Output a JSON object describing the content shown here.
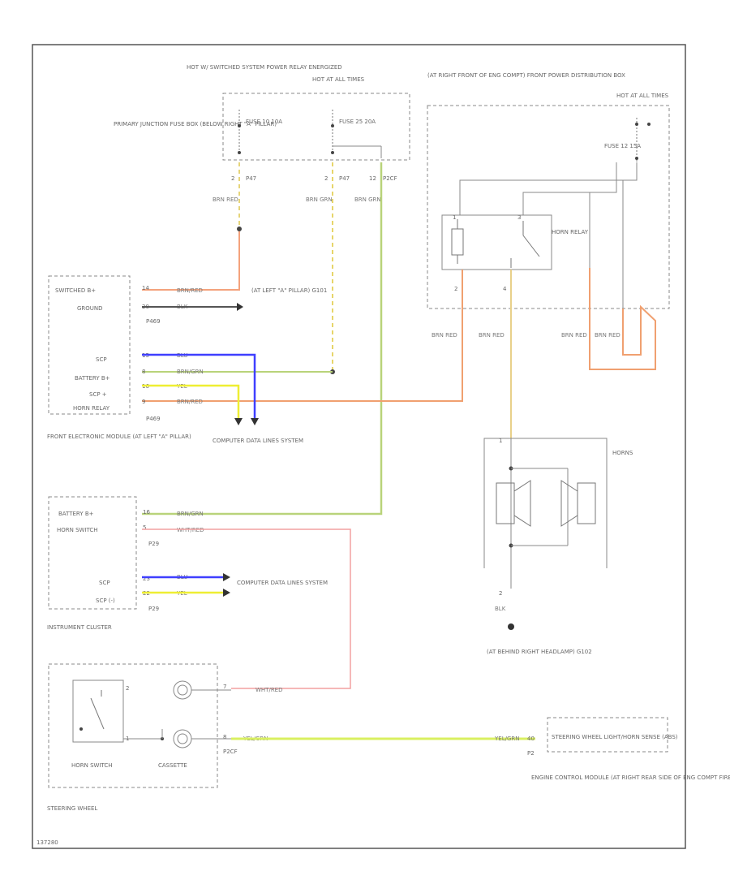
{
  "colors": {
    "brn_red": "#f4a27c",
    "brn_grn": "#b9d37a",
    "brn_yel": "#e7d56a",
    "blu": "#3f3fff",
    "blk": "#555555",
    "yel": "#eeee33",
    "wht_red": "#f2a0a0",
    "yel_grn": "#d9f060",
    "brn_red_relay": "#f0a070"
  },
  "labels": {
    "hot_switched": "HOT W/ SWITCHED SYSTEM POWER RELAY ENERGIZED",
    "hot_all_times_1": "HOT AT ALL TIMES",
    "primary_junction": "PRIMARY JUNCTION FUSE BOX (BELOW RIGHT \"A\" PILLAR)",
    "fuse_left": "FUSE 10 10A",
    "fuse_mid": "FUSE 25 20A",
    "pin_2_left": "2",
    "pin_2_mid": "2",
    "pin_12": "12",
    "conn_p47_left": "P47",
    "conn_p47_mid": "P47",
    "conn_p2cf": "P2CF",
    "wire_brn_red_1": "BRN RED",
    "wire_brn_grn_1": "BRN GRN",
    "wire_brn_grn_2": "BRN GRN",
    "front_power_dist": "(AT RIGHT FRONT OF ENG COMPT) FRONT POWER DISTRIBUTION BOX",
    "hot_all_times_2": "HOT AT ALL TIMES",
    "fuse_right": "FUSE 12 15A",
    "horn_relay": "HORN RELAY",
    "relay_pin_1": "1",
    "relay_pin_2": "2",
    "relay_pin_3": "3",
    "relay_pin_4": "4",
    "wire_brn_red_relay1": "BRN RED",
    "wire_brn_red_relay2": "BRN RED",
    "wire_brn_red_relay3": "BRN RED",
    "wire_brn_red_relay4": "BRN RED",
    "switched_b": "SWITCHED B+",
    "ground": "GROUND",
    "pin_14": "14",
    "pin_20": "20",
    "wire_brn_red_fem": "BRN/RED",
    "wire_blk_fem": "BLK",
    "a_pillar_ground": "(AT LEFT \"A\" PILLAR) G101",
    "conn_p469_1": "P469",
    "ccd": "SCP",
    "battery_b": "BATTERY B+",
    "ccd2": "SCP +",
    "horn_relay_ctl": "HORN RELAY",
    "pin_15": "15",
    "pin_8": "8",
    "pin_16": "16",
    "pin_9": "9",
    "wire_blu": "BLU",
    "wire_brn_grn_fem": "BRN/GRN",
    "wire_yel": "YEL",
    "wire_brn_red_fem2": "BRN/RED",
    "conn_p469_2": "P469",
    "front_electronic": "FRONT ELECTRONIC MODULE (AT LEFT \"A\" PILLAR)",
    "computer_data_1": "COMPUTER DATA LINES SYSTEM",
    "horns_title": "HORNS",
    "battery_b_ic": "BATTERY B+",
    "horn_switch_ic": "HORN SWITCH",
    "pin_16_ic": "16",
    "pin_5_ic": "5",
    "wire_brn_grn_ic": "BRN/GRN",
    "wire_wht_red_ic": "WHT/RED",
    "conn_p29_1": "P29",
    "scp_ic": "SCP",
    "scp_ic2": "SCP (-)",
    "pin_23_ic": "23",
    "pin_22_ic": "22",
    "wire_blu_ic": "BLU",
    "wire_yel_ic": "YEL",
    "conn_p29_2": "P29",
    "computer_data_2": "COMPUTER DATA LINES SYSTEM",
    "instrument_cluster": "INSTRUMENT CLUSTER",
    "horn_pin_1": "1",
    "horn_pin_2": "2",
    "wire_blk_horn": "BLK",
    "ground_horn": "(AT BEHIND RIGHT HEADLAMP) G102",
    "sw_pin_2": "2",
    "sw_pin_1": "1",
    "pin_7_cass": "7",
    "pin_8_cass": "8",
    "wire_wht_red_cass": "WHT/RED",
    "wire_yel_grn_cass": "YEL/GRN",
    "wire_yel_grn_ecm": "YEL/GRN",
    "pin_40_ecm": "40",
    "conn_p2cf_2": "P2CF",
    "horn_switch": "HORN SWITCH",
    "cassette": "CASSETTE",
    "steering_wheel": "STEERING WHEEL",
    "steering_wheel_ctl": "STEERING WHEEL LIGHT/HORN SENSE (ABS)",
    "ecm_note": "ENGINE CONTROL MODULE (AT RIGHT REAR SIDE OF ENG COMPT FIREWALL)",
    "pin_p2_ecm": "P2",
    "code": "137280"
  }
}
